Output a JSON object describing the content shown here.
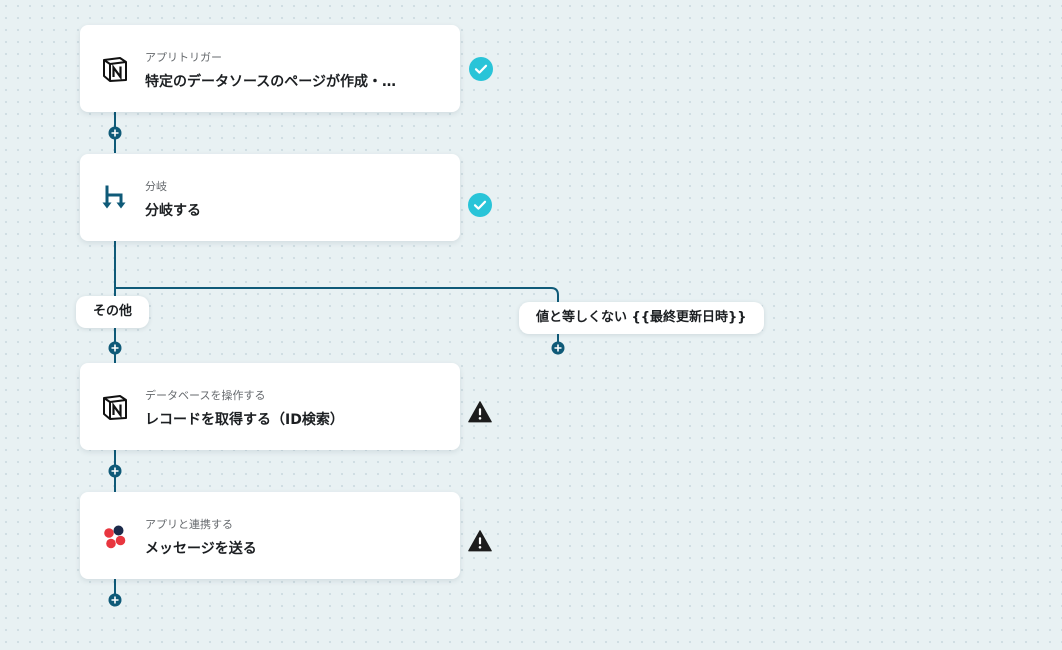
{
  "flow": {
    "steps": [
      {
        "subtitle": "アプリトリガー",
        "title": "特定のデータソースのページが作成・…",
        "icon": "notion-icon",
        "status": "complete"
      },
      {
        "subtitle": "分岐",
        "title": "分岐する",
        "icon": "branch-icon",
        "status": "complete"
      },
      {
        "subtitle": "データベースを操作する",
        "title": "レコードを取得する（ID検索）",
        "icon": "notion-icon",
        "status": "warning"
      },
      {
        "subtitle": "アプリと連携する",
        "title": "メッセージを送る",
        "icon": "chatwork-icon",
        "status": "warning"
      }
    ],
    "branches": {
      "else_label": "その他",
      "condition_label": "値と等しくない {{最終更新日時}}"
    }
  },
  "colors": {
    "connector": "#0f5a78",
    "complete": "#29c4d8",
    "warning": "#1c1c1c",
    "branch_icon": "#0f5a78",
    "chatwork_red": "#e8363f",
    "chatwork_navy": "#1b2a4a"
  }
}
